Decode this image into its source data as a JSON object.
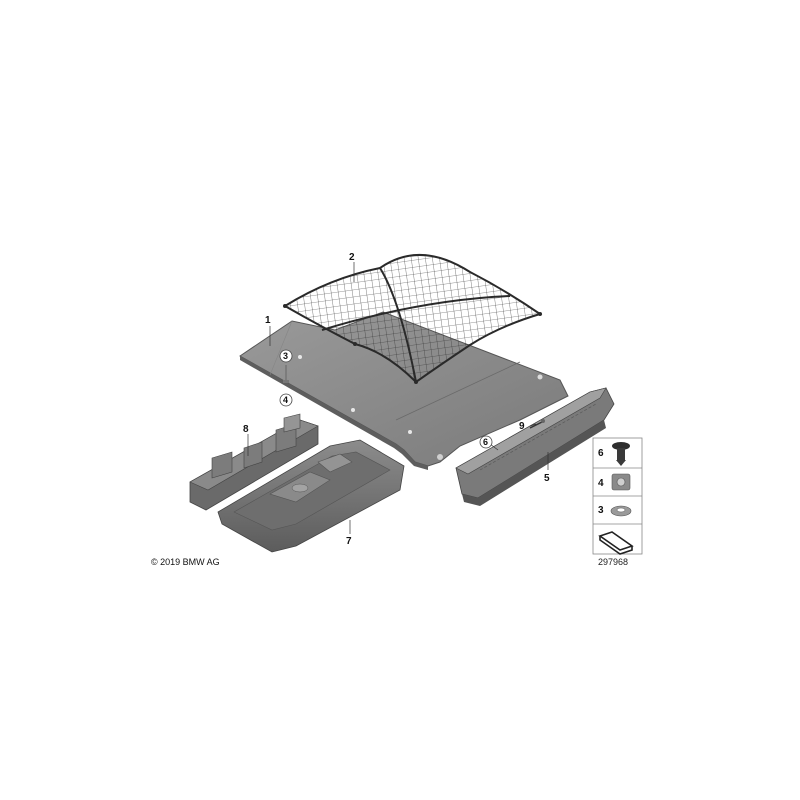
{
  "callouts": [
    "1",
    "2",
    "3",
    "4",
    "5",
    "6",
    "7",
    "8",
    "9"
  ],
  "legend": {
    "items": [
      {
        "number": "6",
        "icon": "expanding-rivet-icon"
      },
      {
        "number": "4",
        "icon": "clip-nut-icon"
      },
      {
        "number": "3",
        "icon": "washer-icon"
      },
      {
        "number": "",
        "icon": "wedge-shim-icon"
      }
    ]
  },
  "copyright": "© 2019 BMW AG",
  "diagram_id": "297968",
  "colors": {
    "part_light": "#8e8e8e",
    "part_mid": "#6f6f6f",
    "part_dark": "#4a4a4a",
    "net": "#2a2a2a",
    "callout_text": "#111111"
  }
}
